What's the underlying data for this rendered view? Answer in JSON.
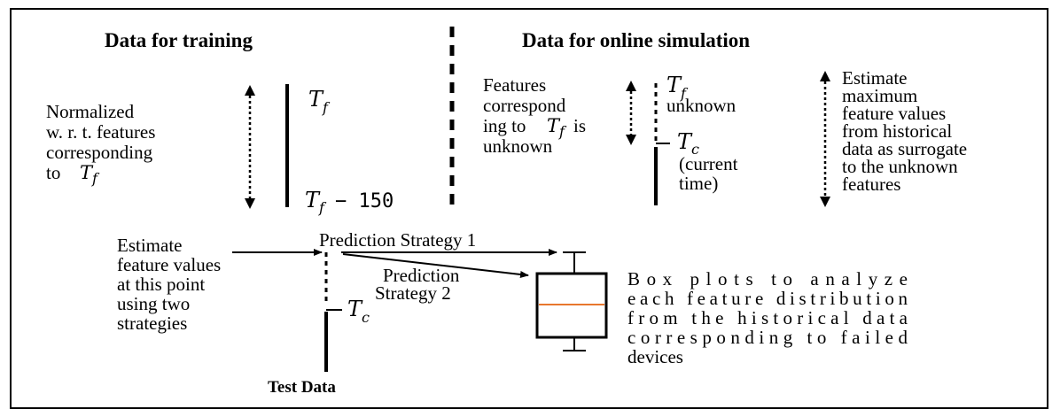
{
  "headers": {
    "training": "Data for training",
    "online": "Data for online simulation",
    "test": "Test Data"
  },
  "training": {
    "normalized_lines": [
      "Normalized",
      "w. r. t. features",
      "corresponding",
      "to"
    ],
    "tf_symbol": "T",
    "tf_subscript": "f",
    "tf_minus": "− 150"
  },
  "online": {
    "features_lines": [
      "Features",
      "correspond",
      "ing to",
      "is",
      "unknown"
    ],
    "tf_unknown": "unknown",
    "tc_symbol": "T",
    "tc_subscript": "c",
    "current_time_lines": [
      "(current",
      "time)"
    ],
    "estimate_max_lines": [
      "Estimate",
      "maximum",
      "feature values",
      "from historical",
      "data as surrogate",
      "to the unknown",
      "features"
    ]
  },
  "test": {
    "estimate_lines": [
      "Estimate",
      "feature values",
      "at this point",
      "using two",
      "strategies"
    ],
    "strategy1": "Prediction Strategy 1",
    "strategy2_lines": [
      "Prediction",
      "Strategy 2"
    ],
    "boxplot_lines": [
      "Box plots to analyze",
      "each feature distribution",
      "from the historical data",
      "corresponding to failed",
      "devices"
    ]
  },
  "colors": {
    "ink": "#000000",
    "median": "#e8772e"
  }
}
